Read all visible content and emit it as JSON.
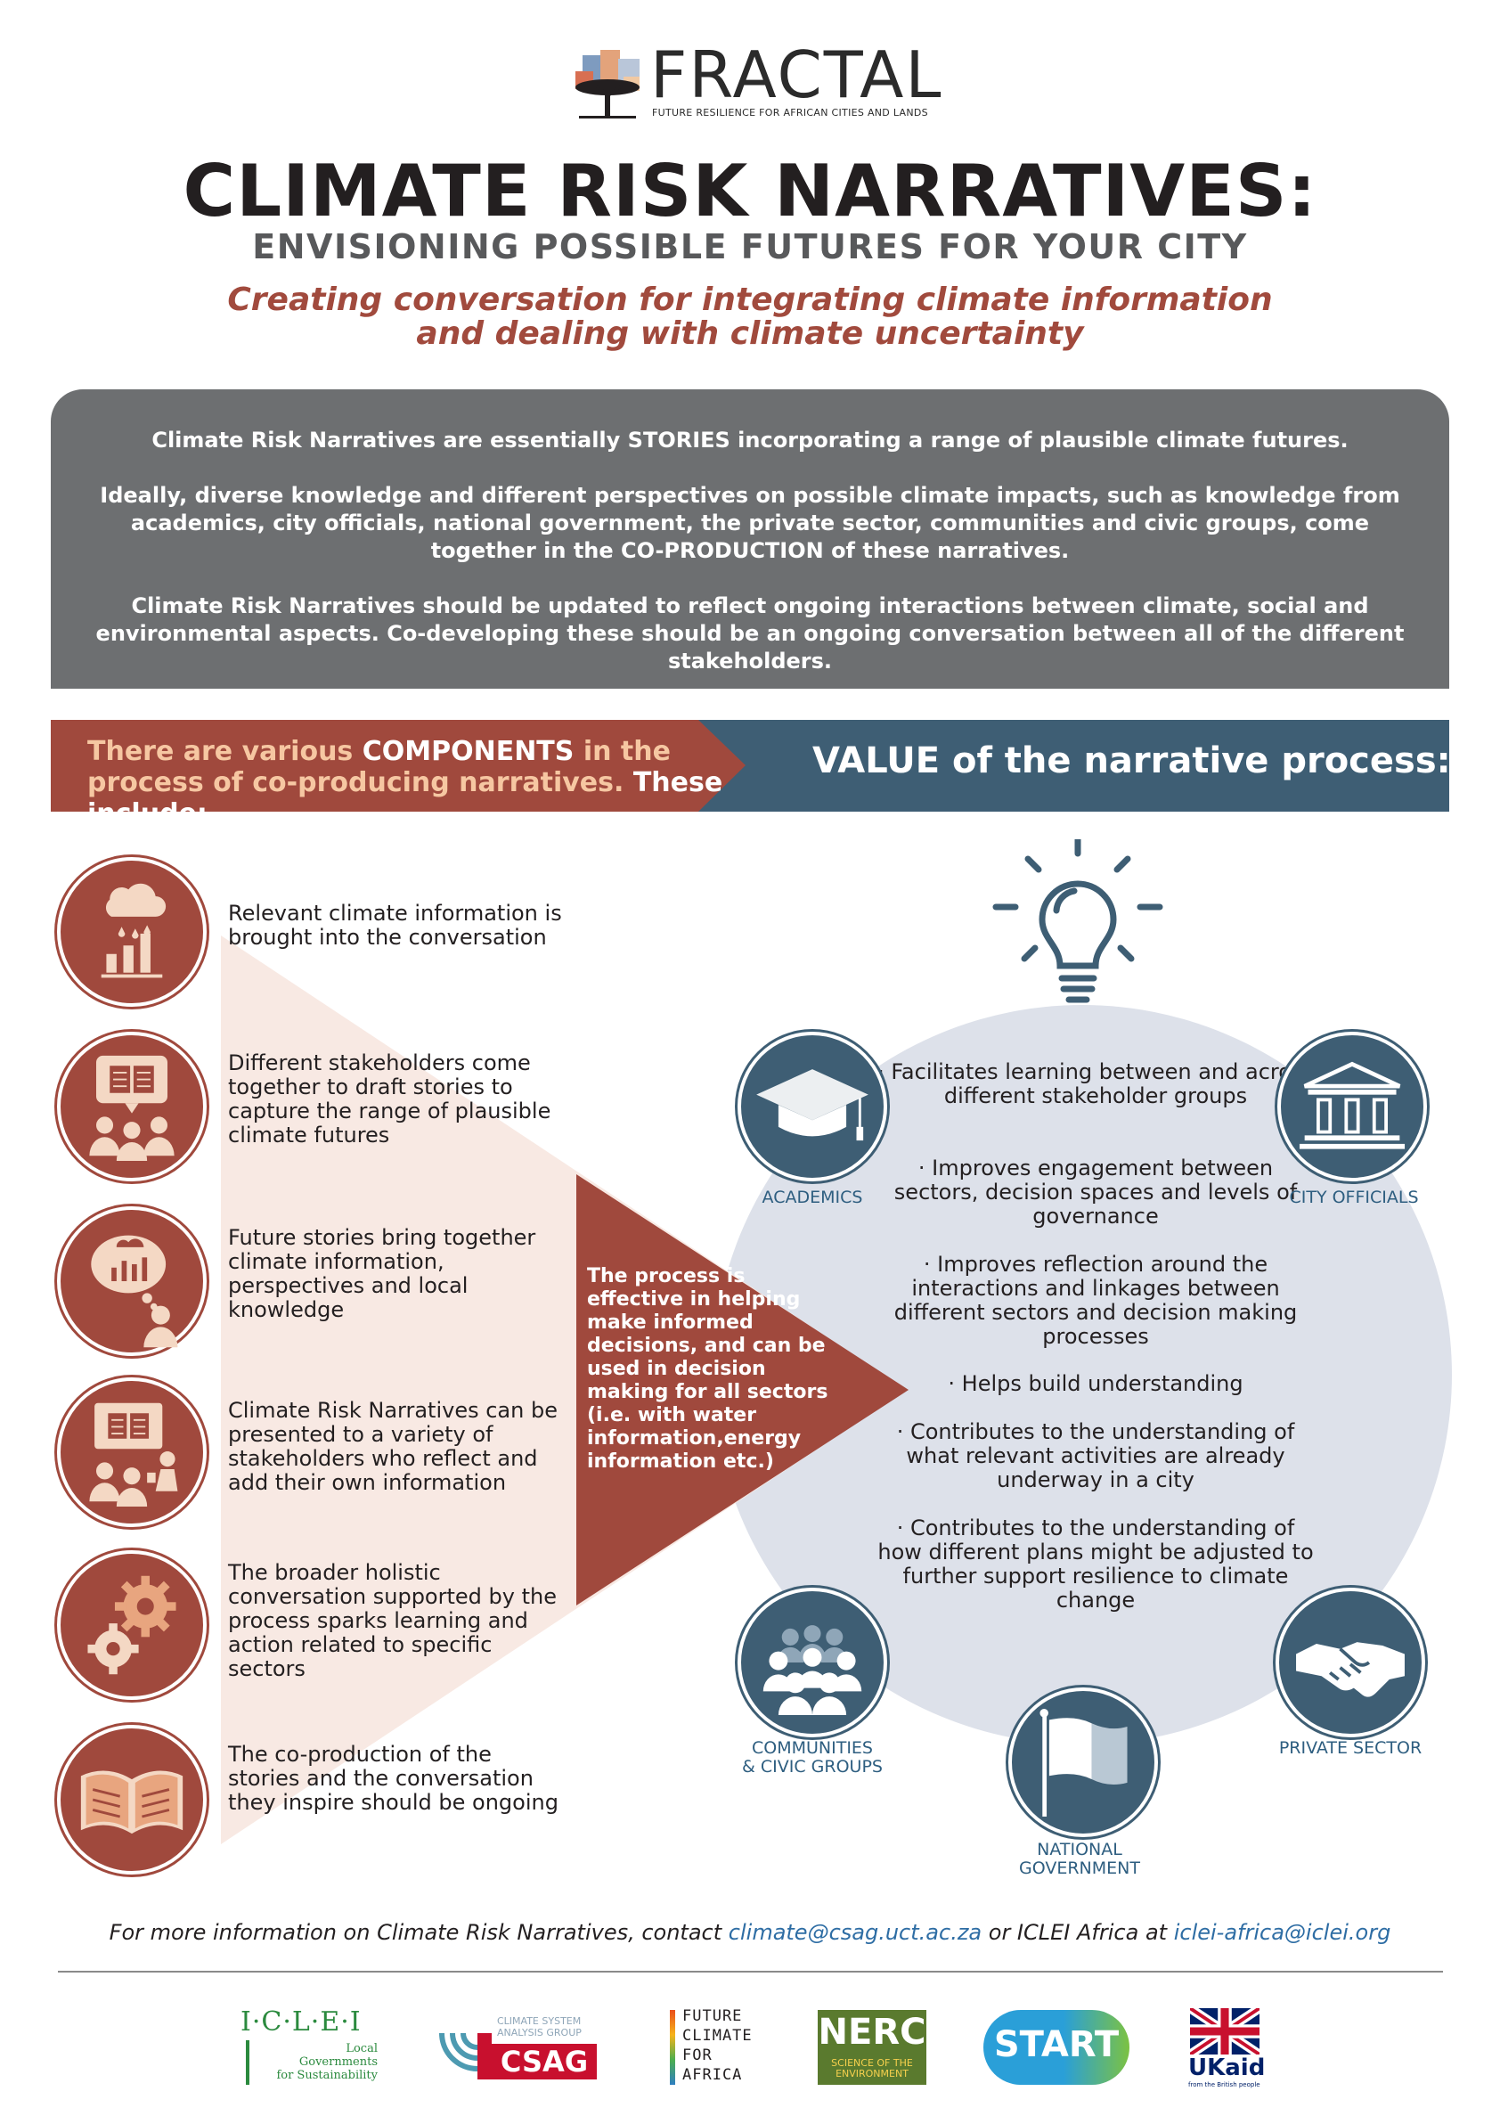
{
  "header": {
    "logo_word": "FRACTAL",
    "logo_sub": "FUTURE RESILIENCE FOR AFRICAN CITIES AND LANDS",
    "title": "CLIMATE RISK NARRATIVES:",
    "subtitle": "ENVISIONING POSSIBLE FUTURES FOR YOUR CITY",
    "tagline_line1": "Creating conversation for integrating climate information",
    "tagline_line2": "and dealing with climate uncertainty"
  },
  "intro": {
    "p1": "Climate Risk Narratives are essentially STORIES incorporating a range of plausible climate futures.",
    "p2": "Ideally, diverse knowledge and different perspectives on possible climate impacts, such as knowledge from academics, city officials, national government, the private sector, communities and civic groups, come together in the CO-PRODUCTION of these narratives.",
    "p3": "Climate Risk Narratives should be updated to reflect ongoing interactions between climate, social and environmental aspects. Co-developing these should be an ongoing conversation between all of the different stakeholders."
  },
  "banners": {
    "left_a": "There are various ",
    "left_b": "COMPONENTS",
    "left_c": " in the process of co-producing narratives. ",
    "left_d": "These include:",
    "right": "VALUE of the narrative process:"
  },
  "components": [
    {
      "icon": "cloud-rain-chart-icon",
      "text": "Relevant climate information is brought into the conversation"
    },
    {
      "icon": "book-speech-people-icon",
      "text": "Different stakeholders come together to draft stories to capture the range of plausible climate futures"
    },
    {
      "icon": "thought-chart-person-icon",
      "text": "Future stories bring together climate information, perspectives and local knowledge"
    },
    {
      "icon": "presentation-people-icon",
      "text": "Climate Risk Narratives can be presented to a variety of stakeholders who reflect and add their own information"
    },
    {
      "icon": "gears-icon",
      "text": "The broader holistic conversation supported by the process sparks learning and action related to specific sectors"
    },
    {
      "icon": "open-book-icon",
      "text": "The co-production of the stories and the conversation they inspire should be ongoing"
    }
  ],
  "process_text": "The process is effective in helping make informed decisions, and can be used in decision making for all sectors (i.e. with water information,energy information etc.)",
  "values": [
    "· Facilitates learning between and across different stakeholder groups",
    "· Improves engagement between sectors, decision spaces and levels of governance",
    "· Improves reflection around the interactions and linkages between different sectors and decision making processes",
    "· Helps build understanding",
    "· Contributes to the understanding of what relevant activities are already underway in a city",
    "· Contributes to the understanding of how different plans might be adjusted to further support resilience to climate change"
  ],
  "stakeholders": {
    "academics": "ACADEMICS",
    "city_officials": "CITY OFFICIALS",
    "communities_1": "COMMUNITIES",
    "communities_2": "& CIVIC GROUPS",
    "private_sector": "PRIVATE SECTOR",
    "national_1": "NATIONAL",
    "national_2": "GOVERNMENT"
  },
  "footer": {
    "contact_a": "For more information on Climate Risk Narratives, contact ",
    "contact_email1": "climate@csag.uct.ac.za",
    "contact_b": " or ICLEI Africa at ",
    "contact_email2": "iclei-africa@iclei.org"
  },
  "sponsors": {
    "iclei_name": "I·C·L·E·I",
    "iclei_sub1": "Local",
    "iclei_sub2": "Governments",
    "iclei_sub3": "for Sustainability",
    "csag_sub1": "CLIMATE SYSTEM",
    "csag_sub2": "ANALYSIS GROUP",
    "csag_name": "CSAG",
    "fcfa_1": "FUTURE",
    "fcfa_2": "CLIMATE",
    "fcfa_3": "FOR",
    "fcfa_4": "AFRICA",
    "nerc_name": "NERC",
    "nerc_sub1": "SCIENCE OF THE",
    "nerc_sub2": "ENVIRONMENT",
    "start_name": "START",
    "ukaid_name": "UKaid",
    "ukaid_sub": "from the British people"
  },
  "colors": {
    "rust": "#a0493d",
    "slate": "#3e5e74",
    "grey_box": "#6d6f71",
    "value_bg": "#dde1ea",
    "funnel_pink": "#f8e9e3",
    "link_blue": "#2e6da4"
  }
}
